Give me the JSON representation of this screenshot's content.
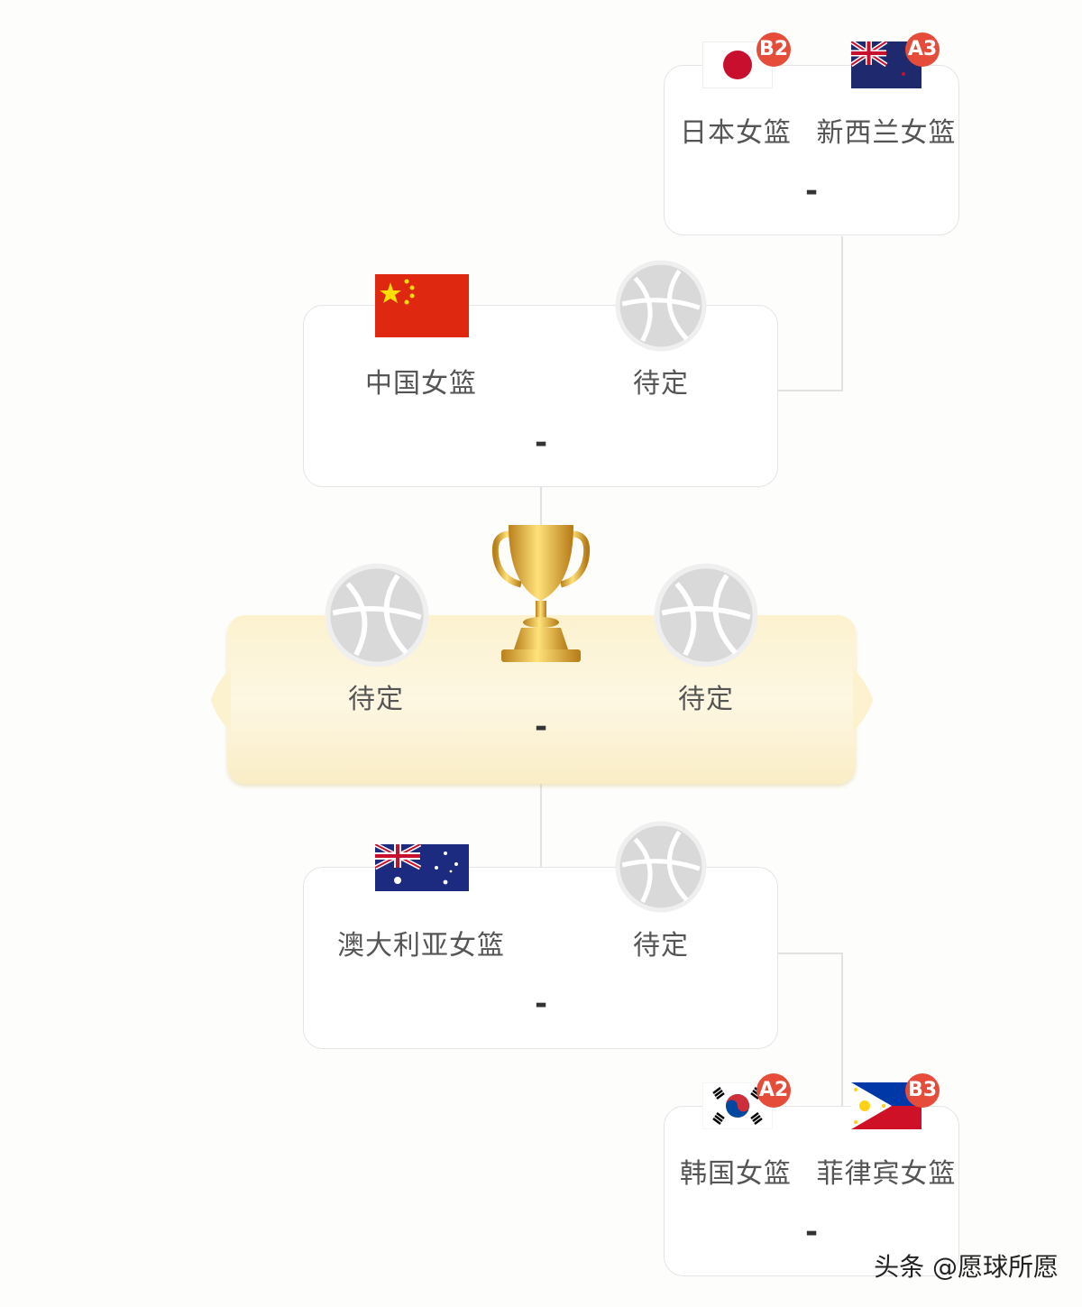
{
  "top_match": {
    "team1": {
      "name": "日本女篮",
      "seed": "B2",
      "flag": "japan-flag-icon"
    },
    "team2": {
      "name": "新西兰女篮",
      "seed": "A3",
      "flag": "new-zealand-flag-icon"
    },
    "score": "-"
  },
  "semi_top": {
    "team1": {
      "name": "中国女篮",
      "flag": "china-flag-icon"
    },
    "team2": {
      "name": "待定",
      "flag": "basketball-placeholder-icon"
    },
    "score": "-"
  },
  "final": {
    "team1": {
      "name": "待定",
      "flag": "basketball-placeholder-icon"
    },
    "team2": {
      "name": "待定",
      "flag": "basketball-placeholder-icon"
    },
    "trophy": "trophy-icon",
    "score": "-"
  },
  "semi_bottom": {
    "team1": {
      "name": "澳大利亚女篮",
      "flag": "australia-flag-icon"
    },
    "team2": {
      "name": "待定",
      "flag": "basketball-placeholder-icon"
    },
    "score": "-"
  },
  "bottom_match": {
    "team1": {
      "name": "韩国女篮",
      "seed": "A2",
      "flag": "south-korea-flag-icon"
    },
    "team2": {
      "name": "菲律宾女篮",
      "seed": "B3",
      "flag": "philippines-flag-icon"
    },
    "score": "-"
  },
  "watermark": "头条 @愿球所愿",
  "colors": {
    "seed_badge": "#e54d3a",
    "final_band": "#fcf2cf",
    "card_border": "#e4e4e4"
  }
}
